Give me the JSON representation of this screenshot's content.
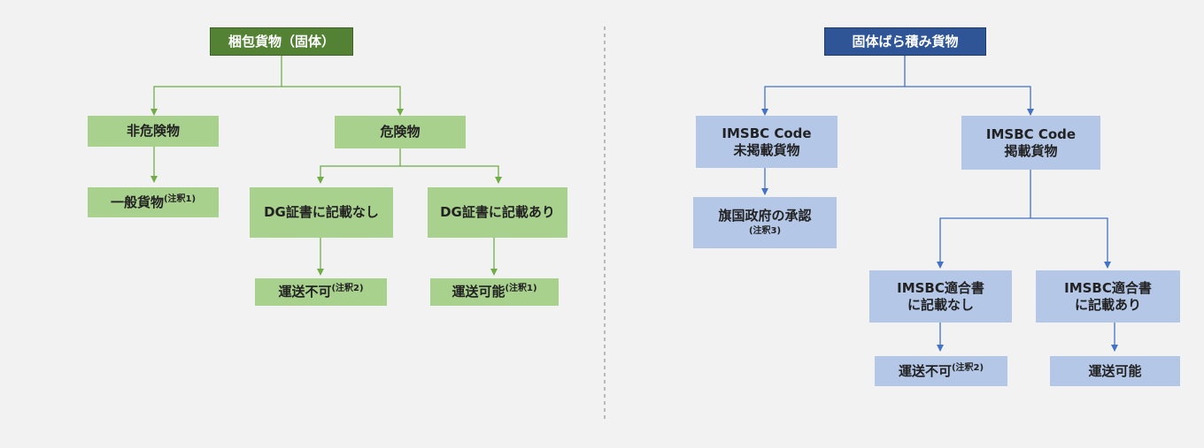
{
  "colors": {
    "green_dark": "#548235",
    "green_light": "#a9d18e",
    "green_line": "#70ad47",
    "blue_dark": "#2f5597",
    "blue_light": "#b4c7e7",
    "blue_line": "#4472c4",
    "divider": "#a6a6a6"
  },
  "left": {
    "root": "梱包貨物（固体）",
    "non_dangerous": "非危険物",
    "dangerous": "危険物",
    "general_cargo": "一般貨物",
    "general_cargo_note": "(注釈1)",
    "dg_not_listed": "DG証書に記載なし",
    "dg_listed": "DG証書に記載あり",
    "not_transportable": "運送不可",
    "not_transportable_note": "(注釈2)",
    "transportable": "運送可能",
    "transportable_note": "(注釈1)"
  },
  "right": {
    "root": "固体ばら積み貨物",
    "unlisted_line1": "IMSBC Code",
    "unlisted_line2": "未掲載貨物",
    "listed_line1": "IMSBC Code",
    "listed_line2": "掲載貨物",
    "flag_state": "旗国政府の承認",
    "flag_state_note": "(注釈3)",
    "compliance_absent_line1": "IMSBC適合書",
    "compliance_absent_line2": "に記載なし",
    "compliance_present_line1": "IMSBC適合書",
    "compliance_present_line2": "に記載あり",
    "not_transportable": "運送不可",
    "not_transportable_note": "(注釈2)",
    "transportable": "運送可能"
  }
}
